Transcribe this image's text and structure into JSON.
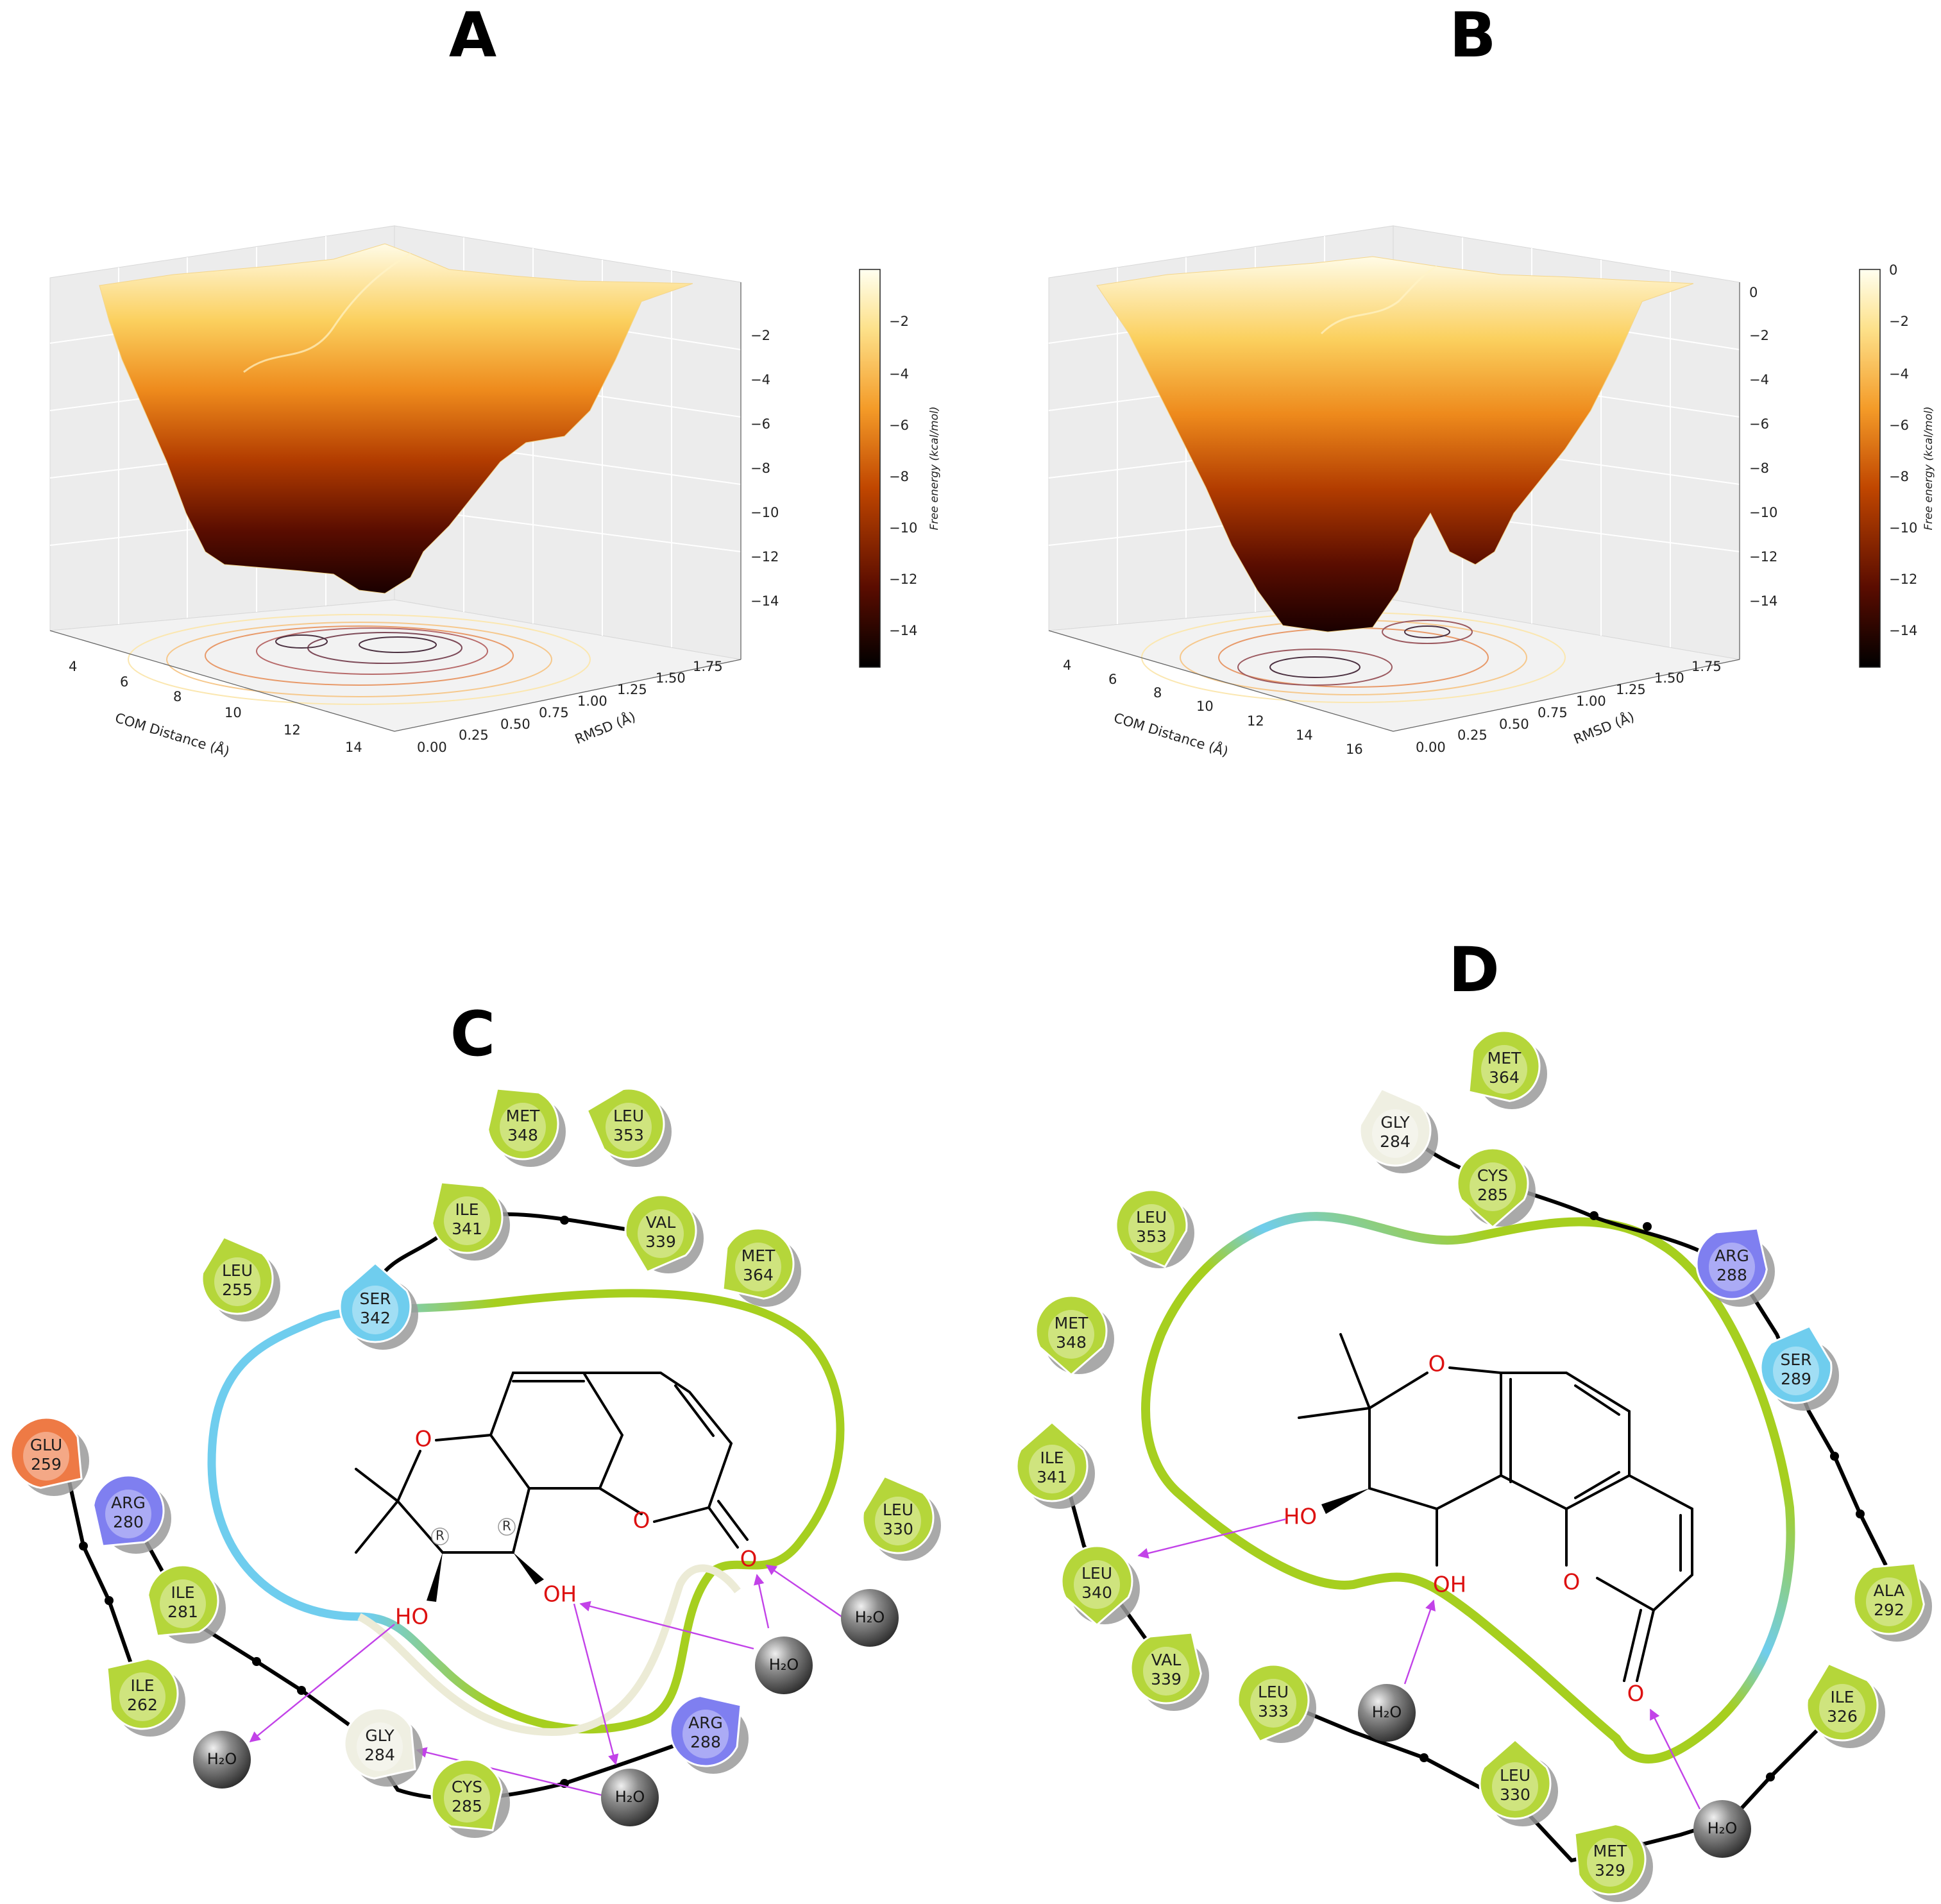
{
  "panels": {
    "A": {
      "letter": "A",
      "xlabel": "COM Distance (Å)",
      "ylabel": "RMSD (Å)",
      "x_ticks": [
        "4",
        "6",
        "8",
        "10",
        "12",
        "14"
      ],
      "y_ticks": [
        "0.00",
        "0.25",
        "0.50",
        "0.75",
        "1.00",
        "1.25",
        "1.50",
        "1.75"
      ],
      "z_ticks": [
        "−2",
        "−4",
        "−6",
        "−8",
        "−10",
        "−12",
        "−14"
      ],
      "colorbar_label": "Free energy (kcal/mol)",
      "colorbar_ticks": [
        "−2",
        "−4",
        "−6",
        "−8",
        "−10",
        "−12",
        "−14"
      ]
    },
    "B": {
      "letter": "B",
      "xlabel": "COM Distance (Å)",
      "ylabel": "RMSD (Å)",
      "x_ticks": [
        "4",
        "6",
        "8",
        "10",
        "12",
        "14",
        "16"
      ],
      "y_ticks": [
        "0.00",
        "0.25",
        "0.50",
        "0.75",
        "1.00",
        "1.25",
        "1.50",
        "1.75"
      ],
      "z_ticks": [
        "0",
        "−2",
        "−4",
        "−6",
        "−8",
        "−10",
        "−12",
        "−14"
      ],
      "colorbar_label": "Free energy (kcal/mol)",
      "colorbar_ticks": [
        "0",
        "−2",
        "−4",
        "−6",
        "−8",
        "−10",
        "−12",
        "−14"
      ]
    },
    "C": {
      "letter": "C",
      "residues": [
        {
          "name": "MET",
          "num": "348",
          "type": "hydrophobic"
        },
        {
          "name": "LEU",
          "num": "353",
          "type": "hydrophobic"
        },
        {
          "name": "ILE",
          "num": "341",
          "type": "hydrophobic"
        },
        {
          "name": "VAL",
          "num": "339",
          "type": "hydrophobic"
        },
        {
          "name": "MET",
          "num": "364",
          "type": "hydrophobic"
        },
        {
          "name": "SER",
          "num": "342",
          "type": "polar"
        },
        {
          "name": "LEU",
          "num": "255",
          "type": "hydrophobic"
        },
        {
          "name": "GLU",
          "num": "259",
          "type": "negative"
        },
        {
          "name": "ARG",
          "num": "280",
          "type": "positive"
        },
        {
          "name": "ILE",
          "num": "281",
          "type": "hydrophobic"
        },
        {
          "name": "ILE",
          "num": "262",
          "type": "hydrophobic"
        },
        {
          "name": "GLY",
          "num": "284",
          "type": "glycine"
        },
        {
          "name": "CYS",
          "num": "285",
          "type": "hydrophobic"
        },
        {
          "name": "ARG",
          "num": "288",
          "type": "positive"
        },
        {
          "name": "LEU",
          "num": "330",
          "type": "hydrophobic"
        }
      ],
      "waters": [
        "H₂O",
        "H₂O",
        "H₂O",
        "H₂O"
      ],
      "atoms": {
        "o_ring": "O",
        "o_lactone": "O",
        "o_carbonyl": "O",
        "ho": "HO",
        "oh": "OH",
        "stereo1": "R",
        "stereo2": "R"
      }
    },
    "D": {
      "letter": "D",
      "residues": [
        {
          "name": "MET",
          "num": "364",
          "type": "hydrophobic"
        },
        {
          "name": "GLY",
          "num": "284",
          "type": "glycine"
        },
        {
          "name": "CYS",
          "num": "285",
          "type": "hydrophobic"
        },
        {
          "name": "LEU",
          "num": "353",
          "type": "hydrophobic"
        },
        {
          "name": "ARG",
          "num": "288",
          "type": "positive"
        },
        {
          "name": "SER",
          "num": "289",
          "type": "polar"
        },
        {
          "name": "MET",
          "num": "348",
          "type": "hydrophobic"
        },
        {
          "name": "ILE",
          "num": "341",
          "type": "hydrophobic"
        },
        {
          "name": "LEU",
          "num": "340",
          "type": "hydrophobic"
        },
        {
          "name": "VAL",
          "num": "339",
          "type": "hydrophobic"
        },
        {
          "name": "ALA",
          "num": "292",
          "type": "hydrophobic"
        },
        {
          "name": "LEU",
          "num": "333",
          "type": "hydrophobic"
        },
        {
          "name": "ILE",
          "num": "326",
          "type": "hydrophobic"
        },
        {
          "name": "LEU",
          "num": "330",
          "type": "hydrophobic"
        },
        {
          "name": "MET",
          "num": "329",
          "type": "hydrophobic"
        }
      ],
      "waters": [
        "H₂O",
        "H₂O"
      ],
      "atoms": {
        "o_ring": "O",
        "o_lactone": "O",
        "o_carbonyl": "O",
        "ho": "HO",
        "oh": "OH"
      }
    }
  },
  "colors": {
    "hydrophobic": "#b5d63a",
    "polar": "#6fcdee",
    "positive": "#7f7ff0",
    "negative": "#ee7a45",
    "glycine": "#efefe2",
    "hbond": "#c242e8",
    "water": "#8a8a8a",
    "pocket": "#a6cf1f"
  }
}
